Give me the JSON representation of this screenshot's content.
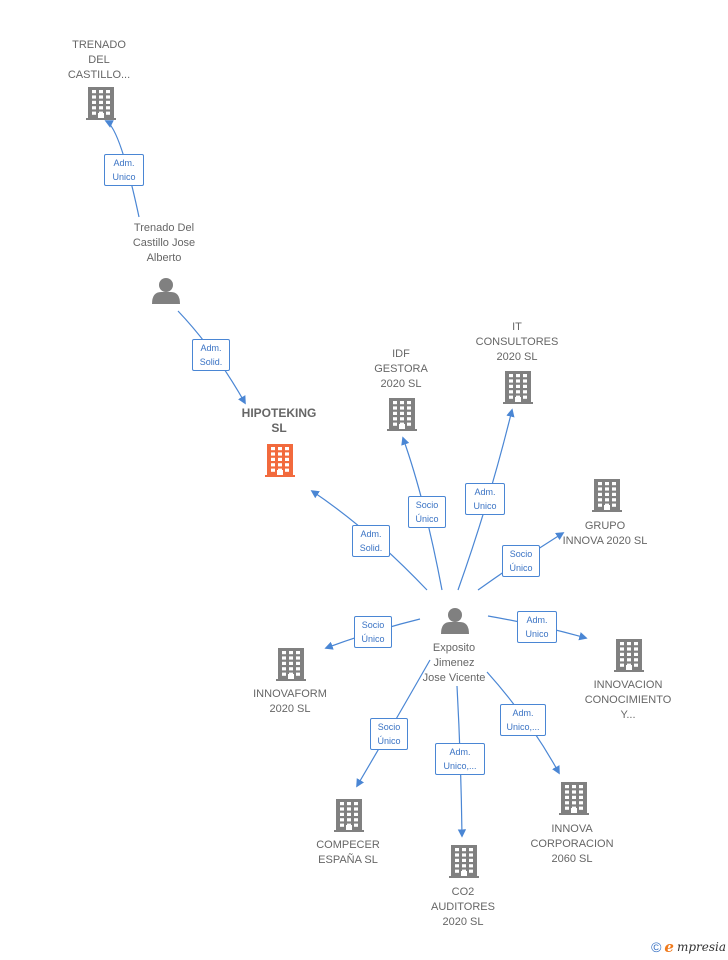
{
  "colors": {
    "edge": "#4a86d4",
    "company": "#808080",
    "highlight": "#f26a3d",
    "person": "#808080"
  },
  "nodes": [
    {
      "id": "trenado_co",
      "type": "company",
      "label": "TRENADO\nDEL\nCASTILLO..."
    },
    {
      "id": "trenado_p",
      "type": "person",
      "label": "Trenado Del\nCastillo Jose\nAlberto"
    },
    {
      "id": "hipoteking",
      "type": "company",
      "label": "HIPOTEKING\nSL",
      "highlight": true
    },
    {
      "id": "idf",
      "type": "company",
      "label": "IDF\nGESTORA\n2020  SL"
    },
    {
      "id": "it",
      "type": "company",
      "label": "IT\nCONSULTORES\n2020  SL"
    },
    {
      "id": "grupo",
      "type": "company",
      "label": "GRUPO\nINNOVA 2020  SL"
    },
    {
      "id": "exposito",
      "type": "person",
      "label": "Exposito\nJimenez\nJose Vicente"
    },
    {
      "id": "innovaform",
      "type": "company",
      "label": "INNOVAFORM\n2020 SL"
    },
    {
      "id": "innovacion",
      "type": "company",
      "label": "INNOVACION\nCONOCIMIENTO\nY..."
    },
    {
      "id": "compecer",
      "type": "company",
      "label": "COMPECER\nESPAÑA  SL"
    },
    {
      "id": "co2",
      "type": "company",
      "label": "CO2\nAUDITORES\n2020  SL"
    },
    {
      "id": "innova2060",
      "type": "company",
      "label": "INNOVA\nCORPORACION\n2060  SL"
    }
  ],
  "edges": [
    {
      "from": "trenado_p",
      "to": "trenado_co",
      "label": "Adm.\nUnico"
    },
    {
      "from": "trenado_p",
      "to": "hipoteking",
      "label": "Adm.\nSolid."
    },
    {
      "from": "exposito",
      "to": "hipoteking",
      "label": "Adm.\nSolid."
    },
    {
      "from": "exposito",
      "to": "idf",
      "label": "Socio\nÚnico"
    },
    {
      "from": "exposito",
      "to": "it",
      "label": "Adm.\nUnico"
    },
    {
      "from": "exposito",
      "to": "grupo",
      "label": "Socio\nÚnico"
    },
    {
      "from": "exposito",
      "to": "innovacion",
      "label": "Adm.\nUnico"
    },
    {
      "from": "exposito",
      "to": "innovaform",
      "label": "Socio\nÚnico"
    },
    {
      "from": "exposito",
      "to": "compecer",
      "label": "Socio\nÚnico"
    },
    {
      "from": "exposito",
      "to": "co2",
      "label": "Adm.\nUnico,..."
    },
    {
      "from": "exposito",
      "to": "innova2060",
      "label": "Adm.\nUnico,..."
    }
  ],
  "brand": {
    "symbol": "©",
    "initial": "e",
    "rest": "mpresia"
  }
}
